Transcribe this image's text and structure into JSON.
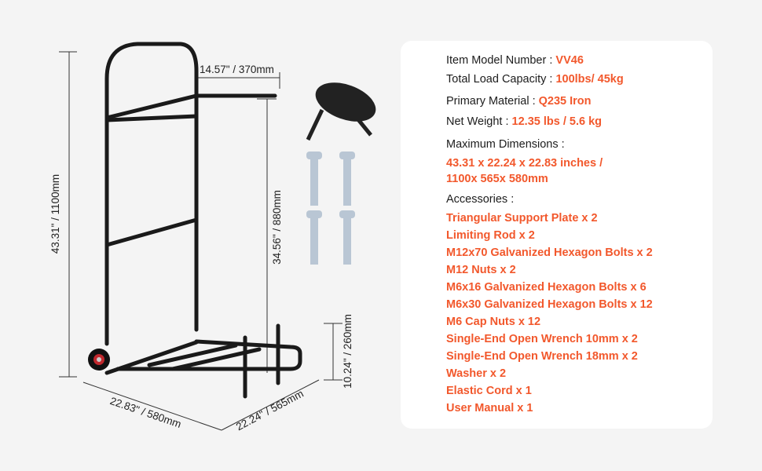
{
  "specs": {
    "model": {
      "label": "Item Model Number : ",
      "value": "VV46"
    },
    "load": {
      "label": "Total Load Capacity : ",
      "value": "100lbs/ 45kg"
    },
    "material": {
      "label": "Primary Material : ",
      "value": "Q235 Iron"
    },
    "weight": {
      "label": "Net Weight : ",
      "value": "12.35 lbs / 5.6 kg"
    },
    "dimensions": {
      "label": "Maximum Dimensions :",
      "line1": "43.31 x 22.24 x 22.83 inches /",
      "line2": "1100x 565x 580mm"
    },
    "accessories_label": "Accessories :",
    "accessories": [
      "Triangular Support Plate x 2",
      "Limiting Rod x 2",
      "M12x70 Galvanized Hexagon Bolts x 2",
      "M12 Nuts x 2",
      "M6x16 Galvanized Hexagon Bolts x 6",
      "M6x30 Galvanized Hexagon Bolts x 12",
      "M6 Cap Nuts x 12",
      "Single-End Open Wrench 10mm x 2",
      "Single-End Open Wrench 18mm x 2",
      "Washer x 2",
      "Elastic Cord x 1",
      "User Manual x 1"
    ]
  },
  "dims": {
    "height": "43.31\" / 1100mm",
    "arm": "14.57\" / 370mm",
    "inner": "34.56\" / 880mm",
    "post": "10.24\" / 260mm",
    "width": "22.83\" / 580mm",
    "depth": "22.24\" / 565mm"
  },
  "colors": {
    "accent": "#f2582c",
    "text": "#1c1c1c"
  }
}
